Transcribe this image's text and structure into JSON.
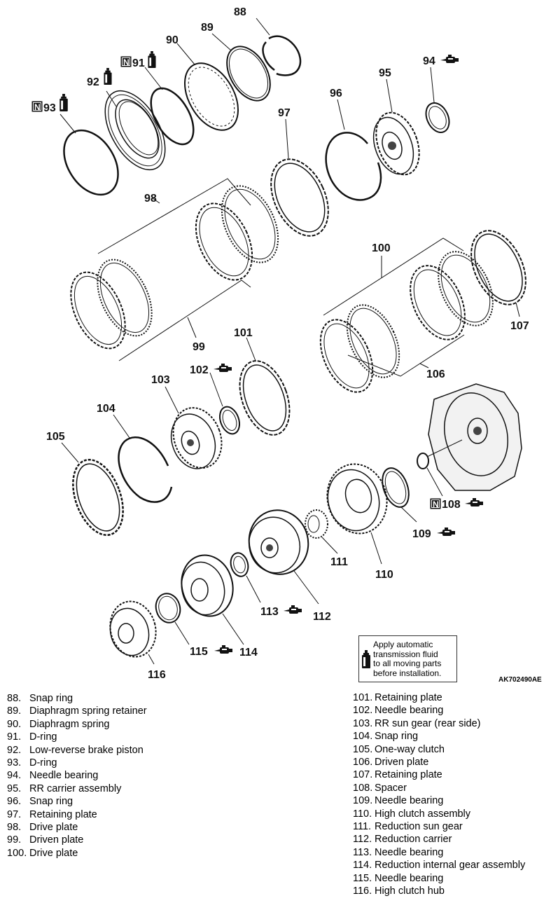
{
  "callouts": {
    "c88": "88",
    "c89": "89",
    "c90": "90",
    "c91": "91",
    "c92": "92",
    "c93": "93",
    "c94": "94",
    "c95": "95",
    "c96": "96",
    "c97": "97",
    "c98": "98",
    "c99": "99",
    "c100": "100",
    "c101": "101",
    "c102": "102",
    "c103": "103",
    "c104": "104",
    "c105": "105",
    "c106": "106",
    "c107": "107",
    "c108": "108",
    "c109": "109",
    "c110": "110",
    "c111": "111",
    "c112": "112",
    "c113": "113",
    "c114": "114",
    "c115": "115",
    "c116": "116"
  },
  "marks": {
    "new_part": "N"
  },
  "note": {
    "line1": "Apply automatic",
    "line2": "transmission fluid",
    "line3": "to all moving parts",
    "line4": "before installation."
  },
  "figure_id": "AK702490AE",
  "legend_left": [
    {
      "num": "88.",
      "name": "Snap ring"
    },
    {
      "num": "89.",
      "name": "Diaphragm spring retainer"
    },
    {
      "num": "90.",
      "name": "Diaphragm spring"
    },
    {
      "num": "91.",
      "name": "D-ring"
    },
    {
      "num": "92.",
      "name": "Low-reverse brake piston"
    },
    {
      "num": "93.",
      "name": "D-ring"
    },
    {
      "num": "94.",
      "name": "Needle bearing"
    },
    {
      "num": "95.",
      "name": "RR carrier assembly"
    },
    {
      "num": "96.",
      "name": "Snap ring"
    },
    {
      "num": "97.",
      "name": "Retaining plate"
    },
    {
      "num": "98.",
      "name": "Drive plate"
    },
    {
      "num": "99.",
      "name": "Driven plate"
    },
    {
      "num": "100.",
      "name": "Drive plate"
    }
  ],
  "legend_right": [
    {
      "num": "101.",
      "name": "Retaining plate"
    },
    {
      "num": "102.",
      "name": "Needle bearing"
    },
    {
      "num": "103.",
      "name": "RR sun gear (rear side)"
    },
    {
      "num": "104.",
      "name": "Snap ring"
    },
    {
      "num": "105.",
      "name": "One-way clutch"
    },
    {
      "num": "106.",
      "name": "Driven plate"
    },
    {
      "num": "107.",
      "name": "Retaining plate"
    },
    {
      "num": "108.",
      "name": "Spacer"
    },
    {
      "num": "109.",
      "name": "Needle bearing"
    },
    {
      "num": "110.",
      "name": "High clutch assembly"
    },
    {
      "num": "111.",
      "name": "Reduction sun gear"
    },
    {
      "num": "112.",
      "name": "Reduction carrier"
    },
    {
      "num": "113.",
      "name": "Needle bearing"
    },
    {
      "num": "114.",
      "name": "Reduction internal gear assembly"
    },
    {
      "num": "115.",
      "name": "Needle bearing"
    },
    {
      "num": "116.",
      "name": "High clutch hub"
    }
  ]
}
